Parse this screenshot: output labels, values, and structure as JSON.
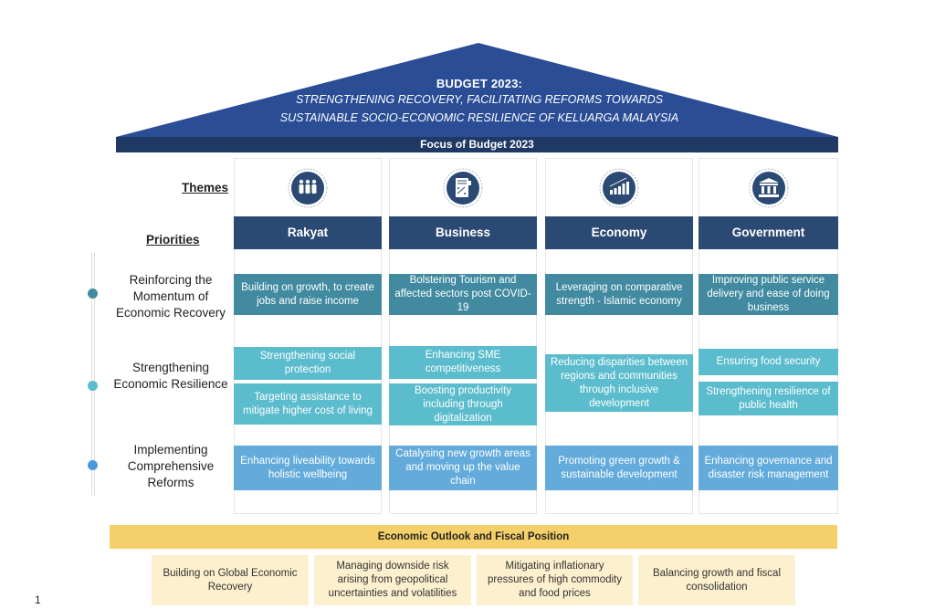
{
  "roof": {
    "title": "BUDGET 2023:",
    "subtitle_line1": "STRENGTHENING RECOVERY, FACILITATING REFORMS TOWARDS",
    "subtitle_line2": "SUSTAINABLE SOCIO-ECONOMIC RESILIENCE OF KELUARGA MALAYSIA",
    "color": "#2A4D96"
  },
  "focus_bar": {
    "label": "Focus of Budget 2023",
    "color": "#1F3864"
  },
  "side_labels": {
    "themes": "Themes",
    "priorities": "Priorities"
  },
  "themes": [
    {
      "name": "Rakyat",
      "icon": "people-group-icon"
    },
    {
      "name": "Business",
      "icon": "business-plan-icon"
    },
    {
      "name": "Economy",
      "icon": "growth-chart-icon"
    },
    {
      "name": "Government",
      "icon": "government-building-icon"
    }
  ],
  "priorities": [
    {
      "label": "Reinforcing the Momentum of Economic Recovery",
      "color": "#418AA0",
      "cells": [
        [
          "Building on growth, to create jobs and raise income"
        ],
        [
          "Bolstering Tourism and affected sectors post COVID-19"
        ],
        [
          "Leveraging on comparative strength - Islamic economy"
        ],
        [
          "Improving public service delivery and ease of doing business"
        ]
      ]
    },
    {
      "label": "Strengthening Economic Resilience",
      "color": "#5BBCCD",
      "cells": [
        [
          "Strengthening social protection",
          "Targeting  assistance to mitigate higher cost of living"
        ],
        [
          "Enhancing SME competitiveness",
          "Boosting productivity including through digitalization"
        ],
        [
          "Reducing disparities between regions and communities through inclusive development"
        ],
        [
          "Ensuring food security",
          "Strengthening resilience of public health"
        ]
      ]
    },
    {
      "label": "Implementing Comprehensive Reforms",
      "color": "#63ABDB",
      "cells": [
        [
          "Enhancing liveability towards holistic wellbeing"
        ],
        [
          "Catalysing new growth areas and moving up the value chain"
        ],
        [
          "Promoting green growth & sustainable development"
        ],
        [
          "Enhancing governance and disaster risk management"
        ]
      ]
    }
  ],
  "outlook": {
    "title": "Economic Outlook and Fiscal Position",
    "color": "#F5D06A",
    "items": [
      "Building on Global Economic Recovery",
      "Managing downside risk arising from geopolitical uncertainties and volatilities",
      "Mitigating inflationary pressures of high commodity and food prices",
      "Balancing growth and fiscal consolidation"
    ]
  },
  "page_number": "1"
}
